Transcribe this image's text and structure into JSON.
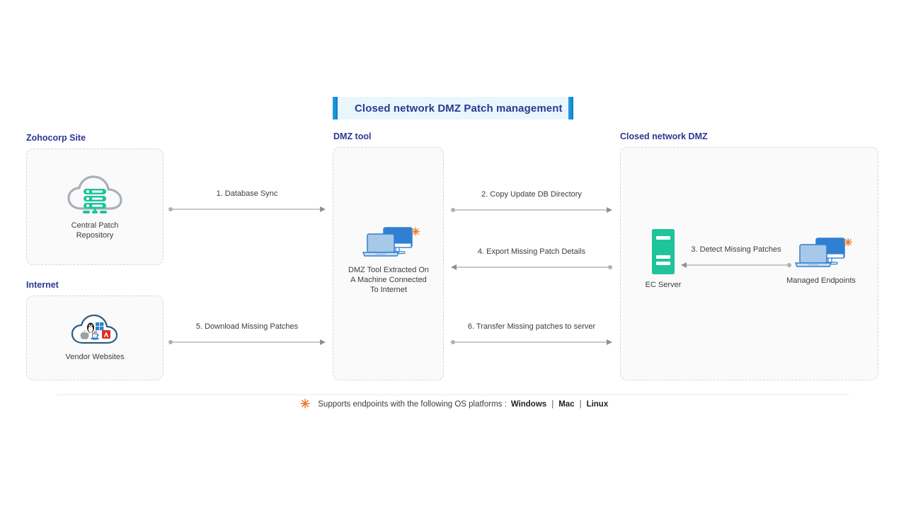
{
  "banner": {
    "title": "Closed network DMZ Patch management",
    "bg_color": "#e9f6fd",
    "bar_color": "#1b9ae0",
    "text_color": "#2b3990"
  },
  "sections": {
    "zohocorp": {
      "heading": "Zohocorp Site"
    },
    "internet": {
      "heading": "Internet"
    },
    "dmz_tool": {
      "heading": "DMZ tool"
    },
    "closed_network": {
      "heading": "Closed network DMZ"
    }
  },
  "nodes": {
    "central_patch_repository": {
      "caption": "Central Patch\nRepository",
      "icon": "cloud-server-icon",
      "color": "#1fc49a"
    },
    "vendor_websites": {
      "caption": "Vendor Websites",
      "icon": "cloud-vendor-logos-icon",
      "color": "#2d5d82"
    },
    "dmz_tool_machine": {
      "caption": "DMZ Tool Extracted On\nA Machine Connected\nTo Internet",
      "icon": "laptop-monitor-icon",
      "color": "#2f80d0",
      "asterisk": "✳"
    },
    "ec_server": {
      "caption": "EC Server",
      "icon": "tower-server-icon",
      "color": "#1fc49a"
    },
    "managed_endpoints": {
      "caption": "Managed Endpoints",
      "icon": "laptop-monitor-icon",
      "color": "#2f80d0",
      "asterisk": "✳"
    }
  },
  "connectors": [
    {
      "id": "conn-1",
      "label": "1. Database Sync",
      "direction": "right"
    },
    {
      "id": "conn-2",
      "label": "2. Copy Update DB Directory",
      "direction": "right"
    },
    {
      "id": "conn-3",
      "label": "3. Detect Missing Patches",
      "direction": "left"
    },
    {
      "id": "conn-4",
      "label": "4. Export Missing Patch Details",
      "direction": "left"
    },
    {
      "id": "conn-5",
      "label": "5. Download Missing Patches",
      "direction": "right"
    },
    {
      "id": "conn-6",
      "label": "6. Transfer Missing patches to server",
      "direction": "right"
    }
  ],
  "footer": {
    "asterisk": "✳",
    "text": "Supports endpoints with the following OS platforms :",
    "os_platforms": [
      "Windows",
      "Mac",
      "Linux"
    ],
    "separator": "|",
    "accent_color": "#ef7622"
  }
}
